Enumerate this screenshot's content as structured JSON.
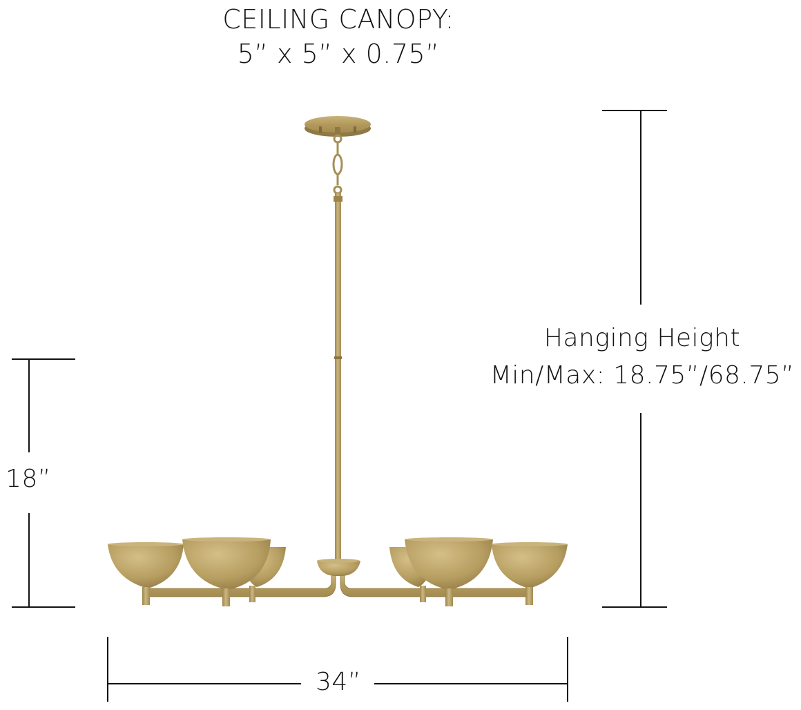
{
  "canopy": {
    "title": "CEILING CANOPY:",
    "dimensions": "5” x 5” x 0.75”"
  },
  "hanging_height": {
    "line1": "Hanging Height",
    "line2": "Min/Max: 18.75”/68.75”"
  },
  "fixture_height": {
    "label": "18”"
  },
  "fixture_width": {
    "label": "34”"
  },
  "colors": {
    "line": "#111111",
    "brass": "#b49a5e",
    "brass_dark": "#8c7540",
    "brass_light": "#d2bd86"
  }
}
